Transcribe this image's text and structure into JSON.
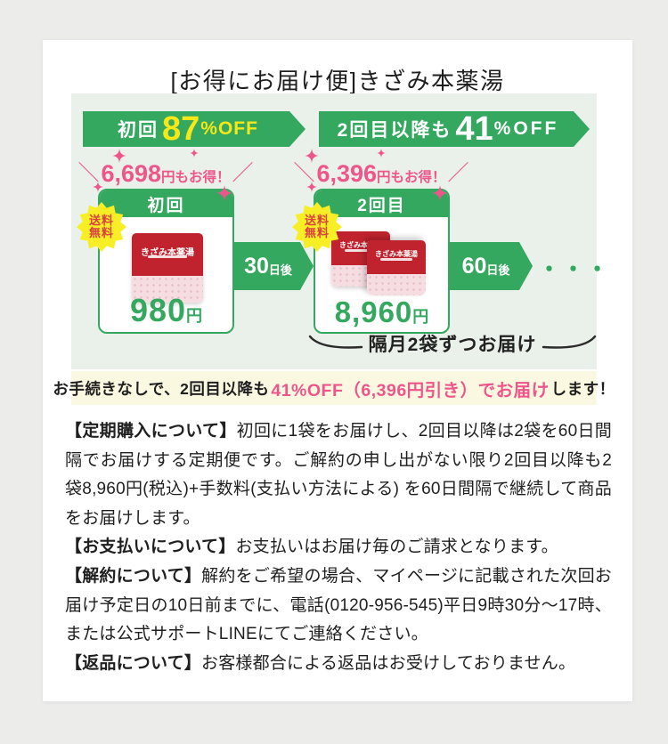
{
  "title": "[お得にお届け便]きざみ本薬湯",
  "colors": {
    "green": "#35a85f",
    "pink": "#ee568b",
    "banner_yellow_text": "#f5e718",
    "badge_yellow": "#f7ee26",
    "badge_red_text": "#d84040",
    "package_red": "#c0232e",
    "diagram_bg": "#e9f1ea",
    "note_bg": "#fbf8e1"
  },
  "offer_banners": [
    {
      "lead": "初回",
      "num": "87",
      "tail": "%OFF"
    },
    {
      "lead": "2回目以降も",
      "num": "41",
      "tail": "%OFF"
    }
  ],
  "steps": [
    {
      "savings_open": "＼",
      "savings_num": "6,698",
      "savings_tail": "円もお得！",
      "savings_close": "／",
      "header": "初回",
      "badge_top": "送料",
      "badge_bottom": "無料",
      "product_name": "きざみ本薬湯",
      "price_num": "980",
      "price_unit": "円"
    },
    {
      "savings_open": "＼",
      "savings_num": "6,396",
      "savings_tail": "円もお得！",
      "savings_close": "／",
      "header": "2回目",
      "badge_top": "送料",
      "badge_bottom": "無料",
      "product_name": "きざみ本薬湯",
      "price_num": "8,960",
      "price_unit": "円"
    }
  ],
  "interval_arrows": [
    {
      "num": "30",
      "unit": "日後"
    },
    {
      "num": "60",
      "unit": "日後"
    }
  ],
  "ellipsis": "・・・",
  "interval_note": "隔月2袋ずつお届け",
  "note_banner": {
    "pre": "お手続きなしで、2回目以降も",
    "highlight": "41%OFF（6,396円引き）でお届け",
    "post": "します！"
  },
  "terms": [
    {
      "heading": "【定期購入について】",
      "body": "初回に1袋をお届けし、2回目以降は2袋を60日間隔でお届けする定期便です。ご解約の申し出がない限り2回目以降も2袋8,960円(税込)+手数料(支払い方法による) を60日間隔で継続して商品をお届けします。"
    },
    {
      "heading": "【お支払いについて】",
      "body": "お支払いはお届け毎のご請求となります。"
    },
    {
      "heading": "【解約について】",
      "body": "解約をご希望の場合、マイページに記載された次回お届け予定日の10日前までに、電話(0120-956-545)平日9時30分～17時、または公式サポートLINEにてご連絡ください。"
    },
    {
      "heading": "【返品について】",
      "body": "お客様都合による返品はお受けしておりません。"
    }
  ]
}
